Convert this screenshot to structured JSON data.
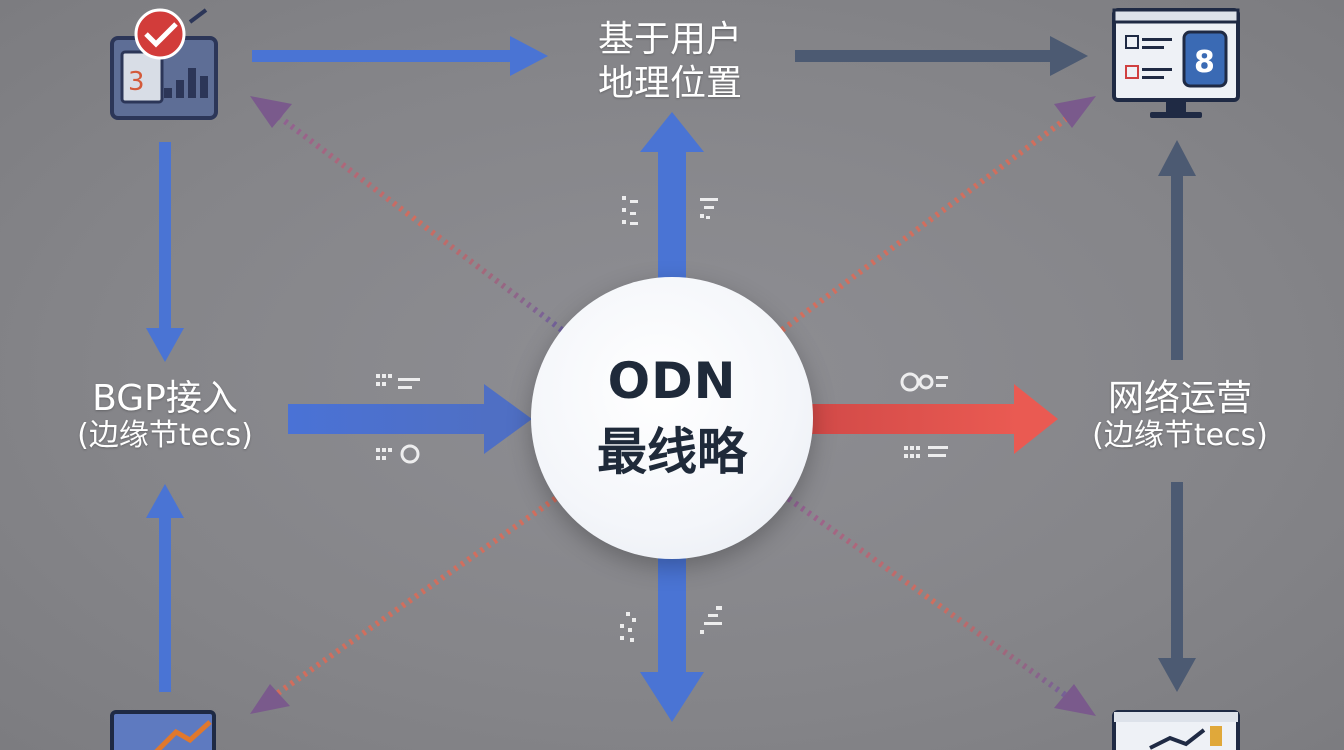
{
  "center": {
    "title": "ODN",
    "subtitle": "最线略"
  },
  "nodes": {
    "top": {
      "line1": "基于用户",
      "line2": "地理位置"
    },
    "left": {
      "title": "BGP接入",
      "subtitle": "(边缘节tecs)"
    },
    "right": {
      "title": "网络运营",
      "subtitle": "(边缘节tecs)"
    }
  },
  "icons": {
    "top_left": "calendar-chart-icon",
    "top_right": "monitor-icon",
    "bottom_left": "chart-icon",
    "bottom_right": "monitor-chart-icon"
  },
  "top_right_icon_number": "8",
  "top_left_icon_number": "3",
  "colors": {
    "blue_arrow": "#4a74d4",
    "dark_arrow": "#4c5a72",
    "red_arrow": "#e0524c",
    "background": "#8a8a8e"
  }
}
